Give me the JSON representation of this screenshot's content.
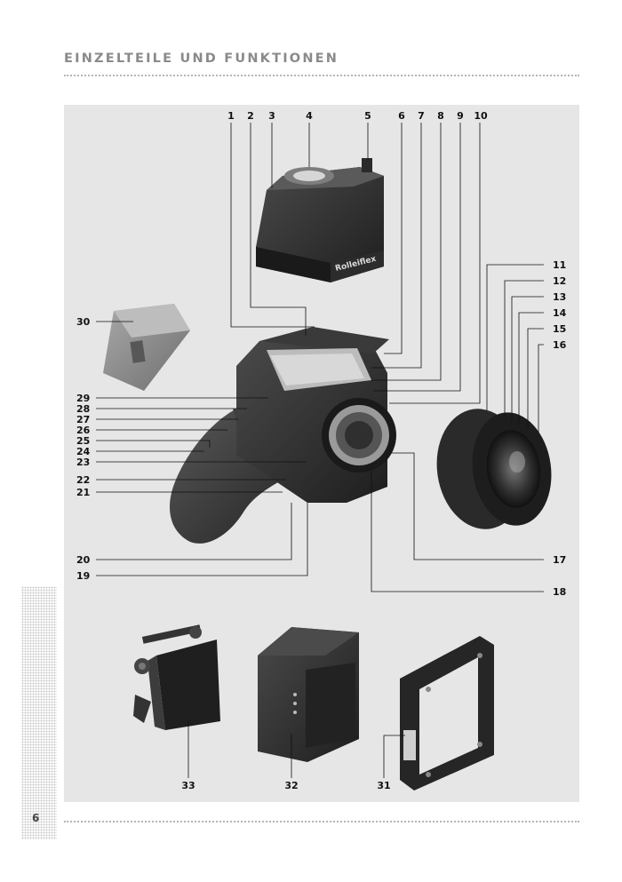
{
  "page_title": "EINZELTEILE UND FUNKTIONEN",
  "page_number": "6",
  "callouts": [
    "1",
    "2",
    "3",
    "4",
    "5",
    "6",
    "7",
    "8",
    "9",
    "10",
    "11",
    "12",
    "13",
    "14",
    "15",
    "16",
    "17",
    "18",
    "19",
    "20",
    "21",
    "22",
    "23",
    "24",
    "25",
    "26",
    "27",
    "28",
    "29",
    "30",
    "31",
    "32",
    "33"
  ],
  "images": {
    "viewfinder": "Waist-level viewfinder with Rolleiflex logo",
    "battery": "Battery pack",
    "camera": "Camera body with hand grip",
    "lens": "Interchangeable lens",
    "film_insert": "Roll film insert",
    "film_magazine": "Film magazine",
    "frame_adapter": "Adapter frame"
  },
  "logo_text": "Rolleiflex"
}
